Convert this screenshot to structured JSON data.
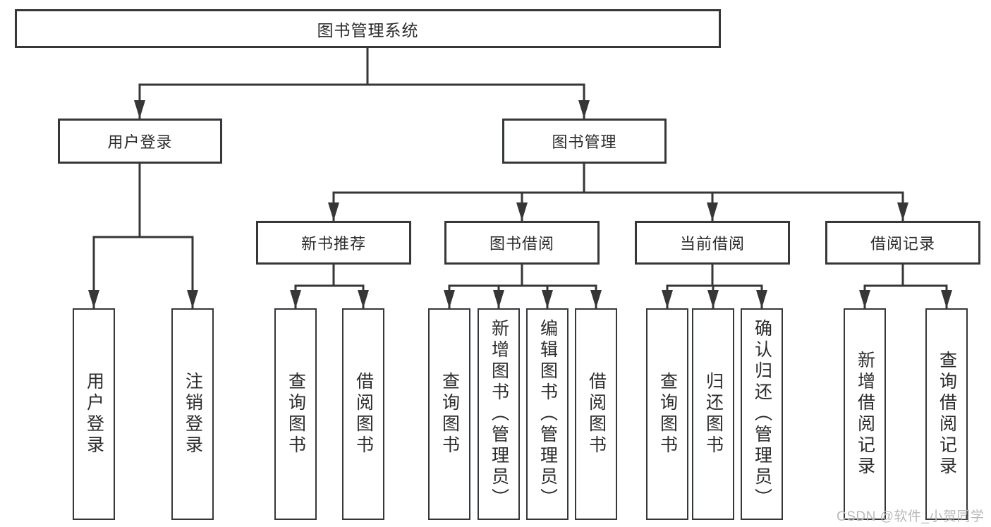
{
  "diagram": {
    "root": {
      "label": "图书管理系统"
    },
    "level2": [
      {
        "id": "user-login",
        "label": "用户登录"
      },
      {
        "id": "book-management",
        "label": "图书管理"
      }
    ],
    "level3": [
      {
        "id": "new-book-recommend",
        "label": "新书推荐",
        "parent": "book-management"
      },
      {
        "id": "book-borrowing",
        "label": "图书借阅",
        "parent": "book-management"
      },
      {
        "id": "current-borrowing",
        "label": "当前借阅",
        "parent": "book-management"
      },
      {
        "id": "borrowing-records",
        "label": "借阅记录",
        "parent": "book-management"
      }
    ],
    "leaves": [
      {
        "parent": "user-login",
        "label": "用户登录"
      },
      {
        "parent": "user-login",
        "label": "注销登录"
      },
      {
        "parent": "new-book-recommend",
        "label": "查询图书"
      },
      {
        "parent": "new-book-recommend",
        "label": "借阅图书"
      },
      {
        "parent": "book-borrowing",
        "label": "查询图书"
      },
      {
        "parent": "book-borrowing",
        "label": "新增图书（管理员）"
      },
      {
        "parent": "book-borrowing",
        "label": "编辑图书（管理员）"
      },
      {
        "parent": "book-borrowing",
        "label": "借阅图书"
      },
      {
        "parent": "current-borrowing",
        "label": "查询图书"
      },
      {
        "parent": "current-borrowing",
        "label": "归还图书"
      },
      {
        "parent": "current-borrowing",
        "label": "确认归还（管理员）"
      },
      {
        "parent": "borrowing-records",
        "label": "新增借阅记录"
      },
      {
        "parent": "borrowing-records",
        "label": "查询借阅记录"
      }
    ],
    "colors": {
      "line": "#363636",
      "box_border": "#35383b",
      "text": "#2b2b2b",
      "watermark": "#b9b9b9",
      "background": "#ffffff"
    },
    "watermark": "CSDN @软件_小贺同学"
  }
}
